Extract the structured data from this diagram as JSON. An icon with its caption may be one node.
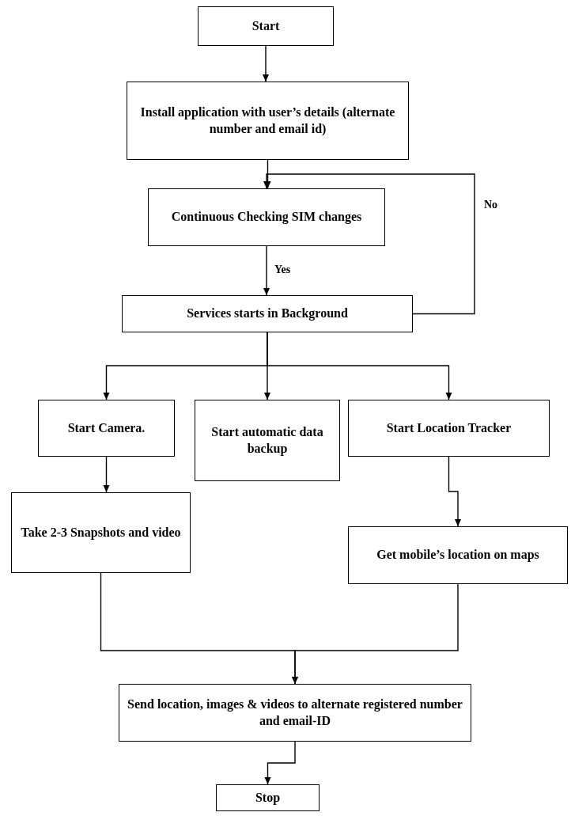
{
  "diagram": {
    "nodes": [
      {
        "text": [
          "Start"
        ]
      },
      {
        "text": [
          "Install application with user’s details (alternate number and email id)"
        ]
      },
      {
        "text": [
          "Continuous Checking SIM changes"
        ]
      },
      {
        "text": [
          "Services starts in Background"
        ]
      },
      {
        "text": [
          "Start Camera."
        ]
      },
      {
        "text": [
          "Start automatic data backup"
        ]
      },
      {
        "text": [
          "Start Location Tracker"
        ]
      },
      {
        "text": [
          "Take 2-3 Snapshots and video"
        ]
      },
      {
        "text": [
          "Get mobile’s location on maps"
        ]
      },
      {
        "text": [
          "Send location, images & videos to alternate registered number and email-ID"
        ]
      },
      {
        "text": [
          "Stop"
        ]
      }
    ],
    "edges": [
      {
        "from": 0,
        "to": 1,
        "arrow": "to"
      },
      {
        "from": 1,
        "to": 2,
        "arrow": "to"
      },
      {
        "from": 2,
        "to": 3,
        "arrow": "to",
        "label": "Yes"
      },
      {
        "from": 3,
        "to": 2,
        "arrow": "to",
        "label": "No"
      },
      {
        "from": 3,
        "to": 4,
        "arrow": "to"
      },
      {
        "from": 3,
        "to": 5,
        "arrow": "to"
      },
      {
        "from": 3,
        "to": 6,
        "arrow": "to"
      },
      {
        "from": 4,
        "to": 7,
        "arrow": "to"
      },
      {
        "from": 6,
        "to": 8,
        "arrow": "to"
      },
      {
        "from": 7,
        "to": 9,
        "arrow": "to"
      },
      {
        "from": 8,
        "to": 9,
        "arrow": "to"
      },
      {
        "from": 9,
        "to": 10,
        "arrow": "to"
      }
    ]
  }
}
